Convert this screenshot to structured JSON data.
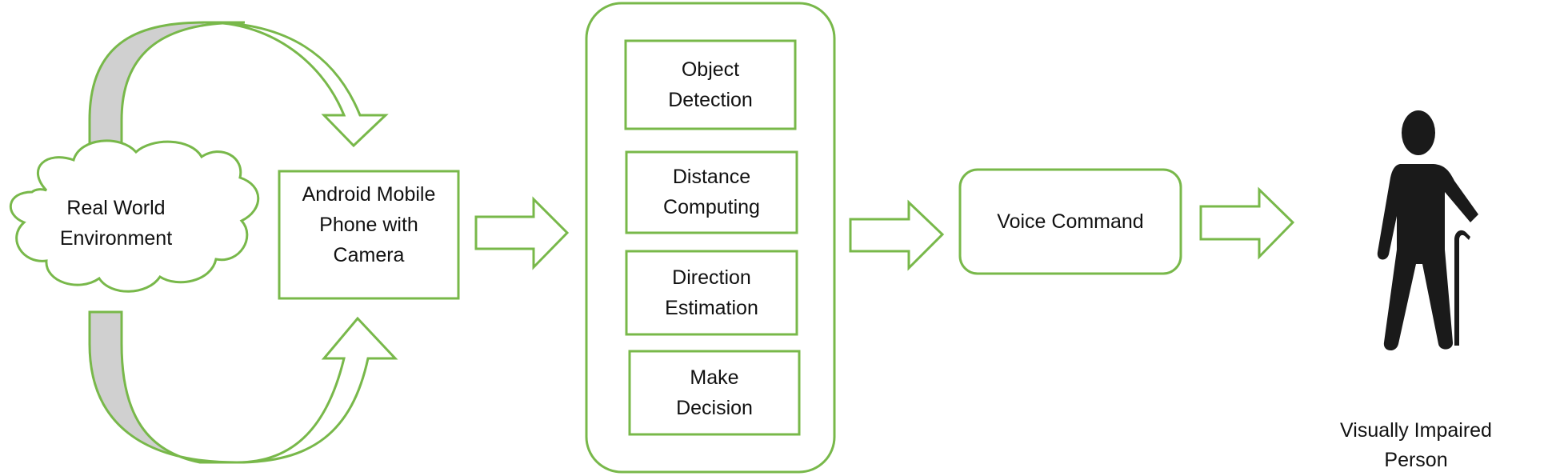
{
  "colors": {
    "stroke": "#78b84a",
    "loop_fill": "#d0d0d0",
    "person": "#1a1a1a"
  },
  "nodes": {
    "real_world": "Real World\nEnvironment",
    "android_phone": "Android Mobile\nPhone with\nCamera",
    "object_detection": "Object\nDetection",
    "distance_computing": "Distance\nComputing",
    "direction_estimation": "Direction\nEstimation",
    "make_decision": "Make\nDecision",
    "voice_command": "Voice Command",
    "person": "Visually Impaired\nPerson"
  },
  "icons": {
    "person": "blind-person-with-cane-icon"
  }
}
